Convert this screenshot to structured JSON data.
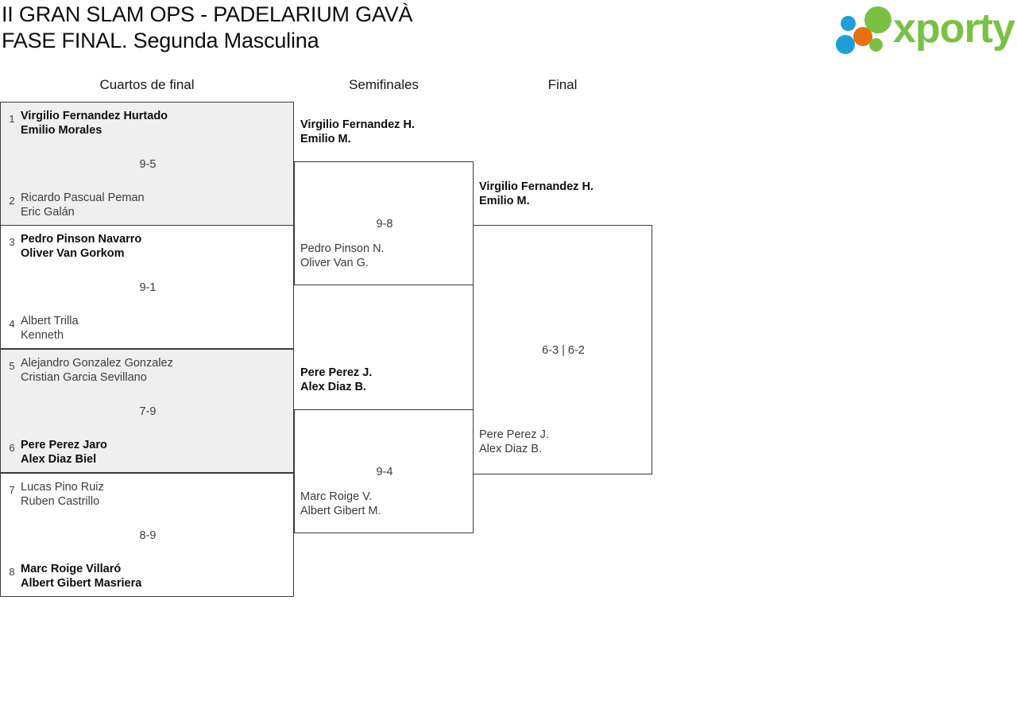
{
  "header": {
    "title_line1": "II GRAN SLAM OPS - PADELARIUM GAVÀ",
    "title_line2": "FASE FINAL. Segunda Masculina",
    "logo_text": "xporty",
    "logo_colors": {
      "green": "#7ac143",
      "blue": "#1e9fd8",
      "orange": "#e8700f"
    }
  },
  "rounds": [
    {
      "label": "Cuartos de final"
    },
    {
      "label": "Semifinales"
    },
    {
      "label": "Final"
    }
  ],
  "bracket": {
    "quarterfinals": [
      {
        "seed_top": "1",
        "top_player1": "Virgilio Fernandez Hurtado",
        "top_player2": "Emilio Morales",
        "seed_bottom": "2",
        "bottom_player1": "Ricardo Pascual Peman",
        "bottom_player2": "Eric Galán",
        "score": "9-5",
        "winner": "top"
      },
      {
        "seed_top": "3",
        "top_player1": "Pedro Pinson Navarro",
        "top_player2": "Oliver Van Gorkom",
        "seed_bottom": "4",
        "bottom_player1": "Albert Trilla",
        "bottom_player2": "Kenneth",
        "score": "9-1",
        "winner": "top"
      },
      {
        "seed_top": "5",
        "top_player1": "Alejandro Gonzalez Gonzalez",
        "top_player2": "Cristian Garcia Sevillano",
        "seed_bottom": "6",
        "bottom_player1": "Pere Perez Jaro",
        "bottom_player2": "Alex Diaz Biel",
        "score": "7-9",
        "winner": "bottom"
      },
      {
        "seed_top": "7",
        "top_player1": "Lucas Pino Ruiz",
        "top_player2": "Ruben Castrillo",
        "seed_bottom": "8",
        "bottom_player1": "Marc Roige Villaró",
        "bottom_player2": "Albert Gibert Masriera",
        "score": "8-9",
        "winner": "bottom"
      }
    ],
    "semifinals": [
      {
        "top_player1": "Virgilio Fernandez H.",
        "top_player2": "Emilio M.",
        "bottom_player1": "Pedro Pinson N.",
        "bottom_player2": "Oliver Van G.",
        "score": "9-8",
        "winner": "top"
      },
      {
        "top_player1": "Pere Perez J.",
        "top_player2": "Alex Diaz B.",
        "bottom_player1": "Marc Roige V.",
        "bottom_player2": "Albert Gibert M.",
        "score": "9-4",
        "winner": "top"
      }
    ],
    "final": {
      "top_player1": "Virgilio Fernandez H.",
      "top_player2": "Emilio M.",
      "bottom_player1": "Pere Perez J.",
      "bottom_player2": "Alex Diaz B.",
      "score": "6-3 | 6-2",
      "winner": "top"
    }
  }
}
